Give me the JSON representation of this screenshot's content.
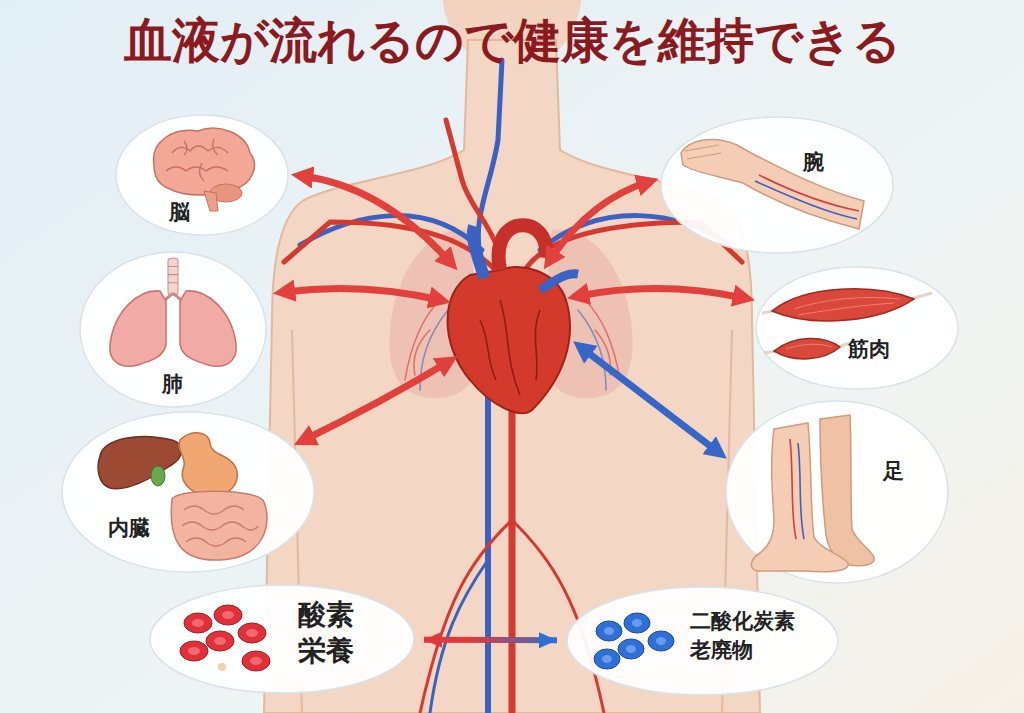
{
  "diagram": {
    "title": "血液が流れるので健康を維持できる",
    "nodes": [
      {
        "text": [
          "脳"
        ]
      },
      {
        "text": [
          "腕"
        ]
      },
      {
        "text": [
          "肺"
        ]
      },
      {
        "text": [
          "筋肉"
        ]
      },
      {
        "text": [
          "内臓"
        ]
      },
      {
        "text": [
          "足"
        ]
      },
      {
        "text": [
          "酸素 栄養"
        ]
      },
      {
        "text": [
          "二酸化炭素 老廃物"
        ]
      }
    ],
    "edges": [
      {
        "from": 6,
        "to": 7,
        "arrow": "both"
      }
    ]
  }
}
